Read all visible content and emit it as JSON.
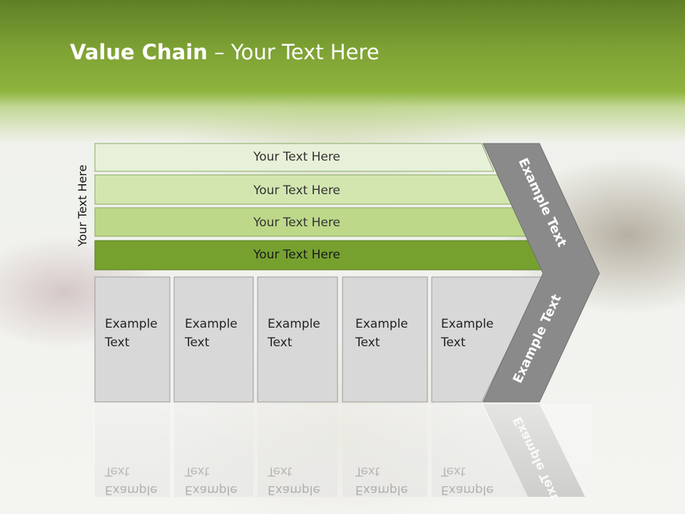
{
  "slide": {
    "title_bold": "Value Chain",
    "title_rest": " – Your Text Here"
  },
  "diagram": {
    "side_label": "Your Text Here",
    "support_rows": [
      "Your Text Here",
      "Your Text Here",
      "Your Text Here",
      "Your Text Here"
    ],
    "primary_boxes": [
      {
        "line1": "Example",
        "line2": "Text"
      },
      {
        "line1": "Example",
        "line2": "Text"
      },
      {
        "line1": "Example",
        "line2": "Text"
      },
      {
        "line1": "Example",
        "line2": "Text"
      },
      {
        "line1": "Example",
        "line2": "Text"
      }
    ],
    "arrow_upper_label": "Example Text",
    "arrow_lower_label": "Example Text"
  },
  "colors": {
    "header_green": "#7ea234",
    "row1": "#e6f0d6",
    "row2": "#d3e6b0",
    "row3": "#bed98a",
    "row4": "#76a12f",
    "box_fill": "#d8d8d8",
    "arrow_gray": "#8a8a8a"
  }
}
